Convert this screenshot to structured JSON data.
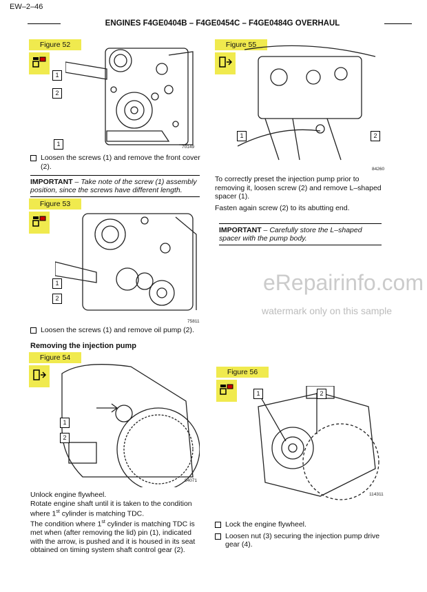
{
  "page": {
    "number": "EW–2–46",
    "title": "ENGINES F4GE0404B – F4GE0454C – F4GE0484G OVERHAUL"
  },
  "figure52": {
    "label": "Figure 52",
    "code": "70149",
    "callouts": [
      "1",
      "2"
    ]
  },
  "figure53": {
    "label": "Figure 53",
    "code": "75811",
    "callouts": [
      "1",
      "2"
    ]
  },
  "figure54": {
    "label": "Figure 54",
    "code": "84071",
    "callouts": [
      "1",
      "2"
    ]
  },
  "figure55": {
    "label": "Figure 55",
    "code": "84260",
    "callouts": [
      "1",
      "2"
    ]
  },
  "figure56": {
    "label": "Figure 56",
    "code": "114311",
    "callouts": [
      "1",
      "2"
    ]
  },
  "left": {
    "step52": "Loosen the screws (1) and remove the front cover (2).",
    "important52_label": "IMPORTANT",
    "important52_text": " – Take note of the screw (1) assembly position, since the screws have different length.",
    "step53": "Loosen the screws (1) and remove oil pump (2).",
    "section_heading": "Removing the injection pump",
    "p1": "Unlock engine flywheel.",
    "p2a": "Rotate engine shaft until it is taken to the condition where 1",
    "p2sup": "st",
    "p2b": " cylinder is matching TDC.",
    "p3a": "The condition where 1",
    "p3sup": "st",
    "p3b": " cylinder is matching TDC is met when (after removing the lid) pin (1), indicated with the arrow, is pushed and it is housed in its seat obtained on timing system shaft control gear (2)."
  },
  "right": {
    "p55a": "To correctly preset the injection pump prior to removing it, loosen screw (2) and remove L–shaped spacer (1).",
    "p55b": "Fasten again screw (2) to its abutting end.",
    "important55_label": "IMPORTANT",
    "important55_text": " – Carefully store the L–shaped spacer with the pump body.",
    "step56a": "Lock the engine flywheel.",
    "step56b": "Loosen nut (3) securing the injection pump drive gear (4)."
  },
  "watermark": {
    "main": "eRepairinfo.com",
    "sub": "watermark only on this sample"
  }
}
